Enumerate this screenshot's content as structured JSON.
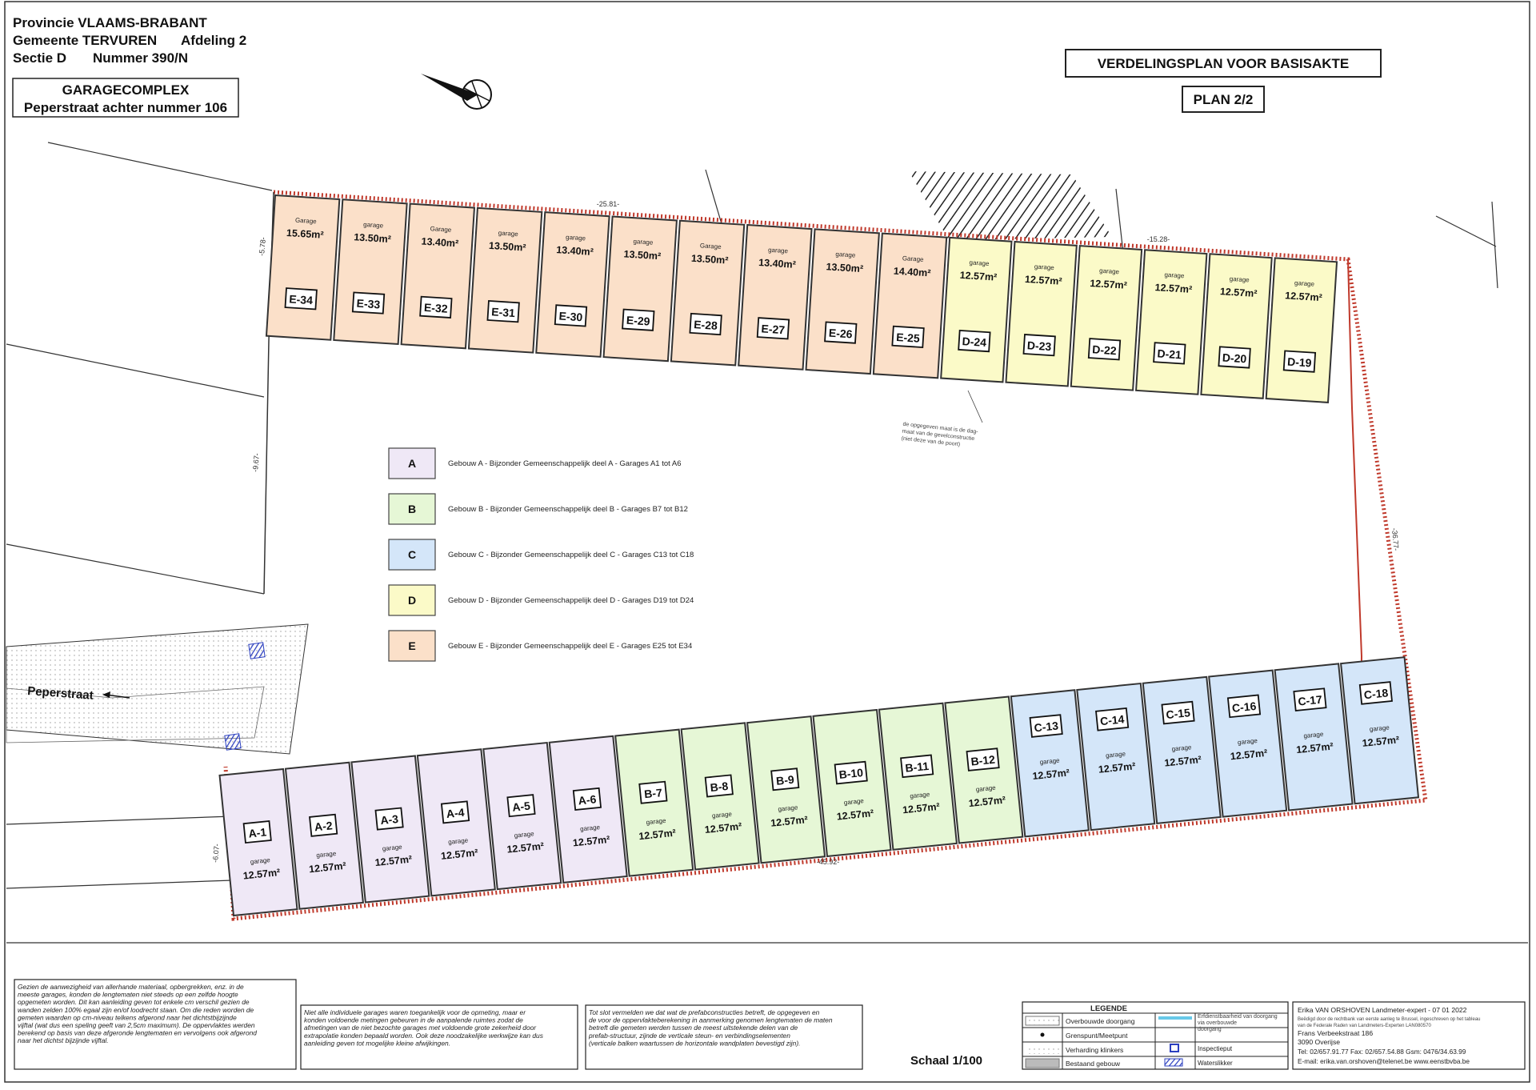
{
  "header": {
    "province": "Provincie VLAAMS-BRABANT",
    "municipality": "Gemeente TERVUREN",
    "division": "Afdeling 2",
    "section": "Sectie D",
    "number": "Nummer 390/N",
    "complex_title": "GARAGECOMPLEX",
    "complex_address": "Peperstraat achter nummer 106"
  },
  "title_block": {
    "title": "VERDELINGSPLAN VOOR BASISAKTE",
    "plan": "PLAN 2/2"
  },
  "street": {
    "name": "Peperstraat"
  },
  "dimensions": {
    "top": "-25.81-",
    "top_right": "-15.28-",
    "bottom": "-45.92-",
    "right": "-36.77-",
    "left_upper": "-5.78-",
    "left_mid": "-9.67-",
    "left_lower": "-6.07-"
  },
  "facade_note": "de opgegeven maat is de dag-\nmaat van de gevelconstructie\n(niet deze van de poort)",
  "groups": [
    {
      "letter": "A",
      "color": "#efe8f6",
      "desc": "Gebouw A - Bijzonder Gemeenschappelijk deel A - Garages A1 tot A6"
    },
    {
      "letter": "B",
      "color": "#e6f7d6",
      "desc": "Gebouw B - Bijzonder Gemeenschappelijk deel B - Garages B7 tot B12"
    },
    {
      "letter": "C",
      "color": "#d4e6f9",
      "desc": "Gebouw C - Bijzonder Gemeenschappelijk deel C - Garages C13 tot C18"
    },
    {
      "letter": "D",
      "color": "#fbfac8",
      "desc": "Gebouw D - Bijzonder Gemeenschappelijk deel D - Garages D19 tot D24"
    },
    {
      "letter": "E",
      "color": "#fbe0c9",
      "desc": "Gebouw E - Bijzonder Gemeenschappelijk deel E - Garages E25 tot E34"
    }
  ],
  "top_garages": [
    {
      "id": "E-34",
      "type": "Garage",
      "area": "15.65m²",
      "group": "E"
    },
    {
      "id": "E-33",
      "type": "garage",
      "area": "13.50m²",
      "group": "E"
    },
    {
      "id": "E-32",
      "type": "Garage",
      "area": "13.40m²",
      "group": "E"
    },
    {
      "id": "E-31",
      "type": "garage",
      "area": "13.50m²",
      "group": "E"
    },
    {
      "id": "E-30",
      "type": "garage",
      "area": "13.40m²",
      "group": "E"
    },
    {
      "id": "E-29",
      "type": "garage",
      "area": "13.50m²",
      "group": "E"
    },
    {
      "id": "E-28",
      "type": "Garage",
      "area": "13.50m²",
      "group": "E"
    },
    {
      "id": "E-27",
      "type": "garage",
      "area": "13.40m²",
      "group": "E"
    },
    {
      "id": "E-26",
      "type": "garage",
      "area": "13.50m²",
      "group": "E"
    },
    {
      "id": "E-25",
      "type": "Garage",
      "area": "14.40m²",
      "group": "E"
    },
    {
      "id": "D-24",
      "type": "garage",
      "area": "12.57m²",
      "group": "D"
    },
    {
      "id": "D-23",
      "type": "garage",
      "area": "12.57m²",
      "group": "D"
    },
    {
      "id": "D-22",
      "type": "garage",
      "area": "12.57m²",
      "group": "D"
    },
    {
      "id": "D-21",
      "type": "garage",
      "area": "12.57m²",
      "group": "D"
    },
    {
      "id": "D-20",
      "type": "garage",
      "area": "12.57m²",
      "group": "D"
    },
    {
      "id": "D-19",
      "type": "garage",
      "area": "12.57m²",
      "group": "D"
    }
  ],
  "bottom_garages": [
    {
      "id": "A-1",
      "type": "garage",
      "area": "12.57m²",
      "group": "A"
    },
    {
      "id": "A-2",
      "type": "garage",
      "area": "12.57m²",
      "group": "A"
    },
    {
      "id": "A-3",
      "type": "garage",
      "area": "12.57m²",
      "group": "A"
    },
    {
      "id": "A-4",
      "type": "garage",
      "area": "12.57m²",
      "group": "A"
    },
    {
      "id": "A-5",
      "type": "garage",
      "area": "12.57m²",
      "group": "A"
    },
    {
      "id": "A-6",
      "type": "garage",
      "area": "12.57m²",
      "group": "A"
    },
    {
      "id": "B-7",
      "type": "garage",
      "area": "12.57m²",
      "group": "B"
    },
    {
      "id": "B-8",
      "type": "garage",
      "area": "12.57m²",
      "group": "B"
    },
    {
      "id": "B-9",
      "type": "garage",
      "area": "12.57m²",
      "group": "B"
    },
    {
      "id": "B-10",
      "type": "garage",
      "area": "12.57m²",
      "group": "B"
    },
    {
      "id": "B-11",
      "type": "garage",
      "area": "12.57m²",
      "group": "B"
    },
    {
      "id": "B-12",
      "type": "garage",
      "area": "12.57m²",
      "group": "B"
    },
    {
      "id": "C-13",
      "type": "garage",
      "area": "12.57m²",
      "group": "C"
    },
    {
      "id": "C-14",
      "type": "garage",
      "area": "12.57m²",
      "group": "C"
    },
    {
      "id": "C-15",
      "type": "garage",
      "area": "12.57m²",
      "group": "C"
    },
    {
      "id": "C-16",
      "type": "garage",
      "area": "12.57m²",
      "group": "C"
    },
    {
      "id": "C-17",
      "type": "garage",
      "area": "12.57m²",
      "group": "C"
    },
    {
      "id": "C-18",
      "type": "garage",
      "area": "12.57m²",
      "group": "C"
    }
  ],
  "notes": [
    "Gezien de aanwezigheid van allerhande materiaal, opbergrekken, enz. in de meeste garages, konden de lengtematen niet steeds op een zelfde hoogte opgemeten worden. Dit kan aanleiding geven tot enkele cm verschil gezien de wanden zelden 100% egaal zijn en/of loodrecht staan. Om die reden worden de gemeten waarden op cm-niveau telkens afgerond naar het dichtstbijzijnde vijftal (wat dus een speling geeft van 2,5cm maximum). De oppervlaktes werden berekend op basis van deze afgeronde lengtematen en vervolgens ook afgerond naar het dichtst bijzijnde vijftal.",
    "Niet alle individuele garages waren toegankelijk voor de opmeting, maar er konden voldoende metingen gebeuren in de aanpalende ruimtes zodat de afmetingen van de niet bezochte garages met voldoende grote zekerheid door extrapolatie konden bepaald worden. Ook deze noodzakelijke werkwijze kan dus aanleiding geven tot mogelijke kleine afwijkingen.",
    "Tot slot vermelden we dat wat de prefabconstructies betreft, de opgegeven en de voor de oppervlakteberekening in aanmerking genomen lengtematen de maten betreft die gemeten werden tussen de meest uitstekende delen van de prefab-structuur, zijnde de verticale steun- en verbindingselementen (verticale balken waartussen de horizontale wandplaten bevestigd zijn)."
  ],
  "scale": "Schaal 1/100",
  "legend": {
    "title": "LEGENDE",
    "items": [
      "Overbouwde doorgang",
      "Grenspunt/Meetpunt",
      "Verharding klinkers",
      "Bestaand gebouw",
      "Erfdienstbaarheid van doorgang via overbouwde doorgang",
      "Inspectieput",
      "Waterslikker"
    ]
  },
  "surveyor": {
    "name": "Erika VAN ORSHOVEN Landmeter-expert - 07 01 2022",
    "line2": "Beëdigd door de rechtbank van eerste aanleg te Brussel, ingeschreven op het tableau",
    "line3": "van de Federale Raden van Landmeters-Experten LAN080570",
    "street": "Frans Verbeekstraat 186",
    "city": "3090 Overijse",
    "phone": "Tel: 02/657.91.77  Fax: 02/657.54.88  Gsm: 0476/34.63.99",
    "email": "E-mail: erika.van.orshoven@telenet.be   www.eenstbvba.be"
  },
  "colors": {
    "border": "#c0392b",
    "dark": "#333333"
  }
}
